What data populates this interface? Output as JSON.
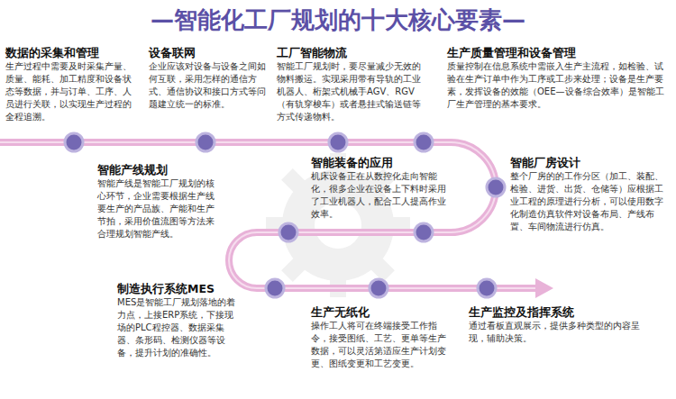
{
  "diagram": {
    "title": "—智能化工厂规划的十大核心要素—",
    "nodes": [
      {
        "text": [
          "数据的采集和管理",
          "生产过程中需要及时采集产量、质量、能耗、加工精度和设备状态等数据，并与订单、工序、人员进行关联，以实现生产过程的全程追溯。"
        ]
      },
      {
        "text": [
          "设备联网",
          "企业应该对设备与设备之间如何互联，采用怎样的通信方式、通信协议和接口方式等问题建立统一的标准。"
        ]
      },
      {
        "text": [
          "工厂智能物流",
          "智能工厂规划时，要尽量减少无效的物料搬运。实现采用带有导轨的工业机器人、桁架式机械手AGV、RGV（有轨穿梭车）或者悬挂式输送链等方式传递物料。"
        ]
      },
      {
        "text": [
          "生产质量管理和设备管理",
          "质量控制在信息系统中需嵌入生产主流程，如检验、试验在生产订单中作为工序或工步来处理；设备是生产要素，发挥设备的效能（OEE—设备综合效率）是智能工厂生产管理的基本要求。"
        ]
      },
      {
        "text": [
          "智能厂房设计",
          "整个厂房的的工作分区（加工、装配、检验、进货、出货、仓储等）应根据工业工程的原理进行分析，可以使用数字化制造仿真软件对设备布局、产线布置、车间物流进行仿真。"
        ]
      },
      {
        "text": [
          "智能装备的应用",
          "机床设备正在从数控化走向智能化，很多企业在设备上下料时采用了工业机器人，配合工人提高作业效率。"
        ]
      },
      {
        "text": [
          "智能产线规划",
          "智能产线是智能工厂规划的核心环节，企业需要根据生产线要生产的产品族、产能和生产节拍，采用价值流图等方法来合理规划智能产线。"
        ]
      },
      {
        "text": [
          "制造执行系统MES",
          "MES是智能工厂规划落地的着力点，上接ERP系统，下接现场的PLC程控器、数据采集器、条形码、检测仪器等设备，提升计划的准确性。"
        ]
      },
      {
        "text": [
          "生产无纸化",
          "操作工人将可在终端接受工作指令，接受图纸、工艺、更单等生产数据，可以灵活第适应生产计划变更、图纸变更和工艺变更。"
        ]
      },
      {
        "text": [
          "生产监控及指挥系统",
          "通过看板直观展示，提供多种类型的内容呈现，辅助决策。"
        ]
      }
    ]
  }
}
